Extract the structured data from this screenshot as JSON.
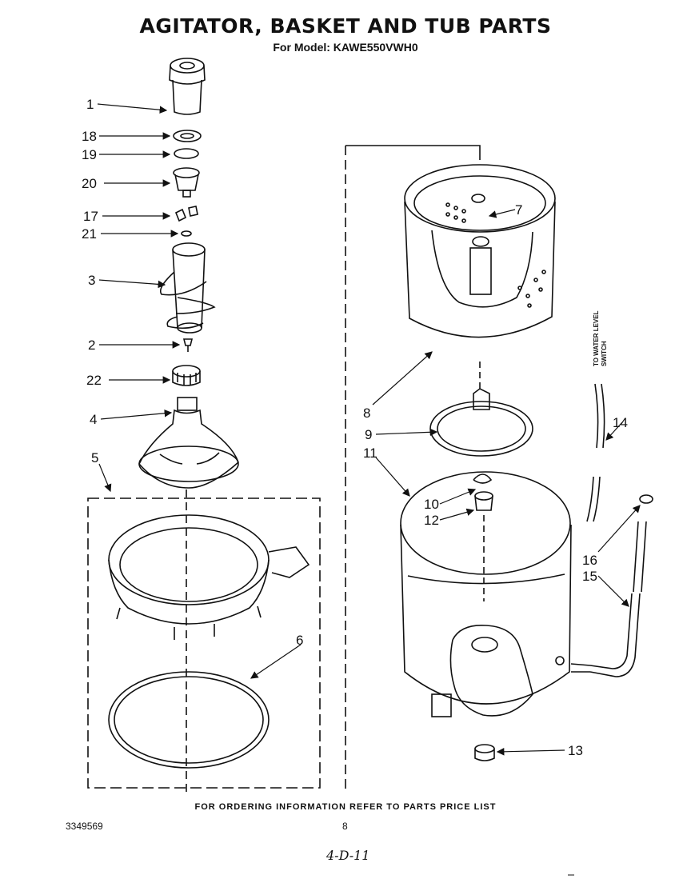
{
  "header": {
    "title": "AGITATOR, BASKET AND TUB PARTS",
    "subtitle": "For Model: KAWE550VWH0"
  },
  "footer": {
    "ordering_note": "FOR ORDERING INFORMATION REFER TO PARTS PRICE LIST",
    "document_number": "3349569",
    "page_number": "8",
    "handwritten_note": "4-D-11"
  },
  "diagram": {
    "callouts": [
      "1",
      "18",
      "19",
      "20",
      "17",
      "21",
      "3",
      "2",
      "22",
      "4",
      "5",
      "6",
      "7",
      "8",
      "9",
      "11",
      "10",
      "12",
      "14",
      "16",
      "15",
      "13"
    ],
    "side_label_line1": "TO WATER LEVEL",
    "side_label_line2": "SWITCH"
  }
}
